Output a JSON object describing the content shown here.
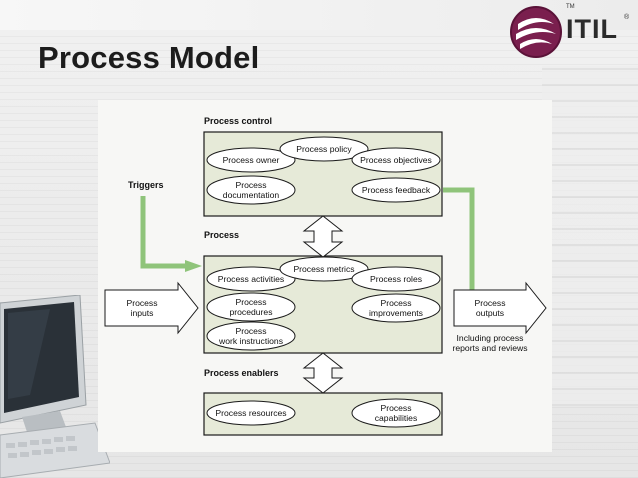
{
  "slide": {
    "title": "Process Model",
    "logo_text": "ITIL",
    "logo_tm": "TM",
    "logo_r": "®"
  },
  "diagram": {
    "sections": {
      "control": "Process control",
      "process": "Process",
      "enablers": "Process enablers"
    },
    "triggers": "Triggers",
    "control_items": {
      "policy": "Process policy",
      "owner": "Process owner",
      "objectives": "Process objectives",
      "documentation": [
        "Process",
        "documentation"
      ],
      "feedback": "Process feedback"
    },
    "process_items": {
      "metrics": "Process metrics",
      "activities": "Process activities",
      "roles": "Process roles",
      "procedures": [
        "Process",
        "procedures"
      ],
      "improvements": [
        "Process",
        "improvements"
      ],
      "work_instructions": [
        "Process",
        "work instructions"
      ]
    },
    "enabler_items": {
      "resources": "Process resources",
      "capabilities": [
        "Process",
        "capabilities"
      ]
    },
    "inputs": [
      "Process",
      "inputs"
    ],
    "outputs": [
      "Process",
      "outputs"
    ],
    "outputs_note": [
      "Including process",
      "reports and reviews"
    ]
  },
  "colors": {
    "box_fill": "#e6ead8",
    "oval_fill": "#ffffff",
    "arrow_fill": "#ffffff",
    "connector": "#8fc47a",
    "line": "#1a1a1a"
  }
}
